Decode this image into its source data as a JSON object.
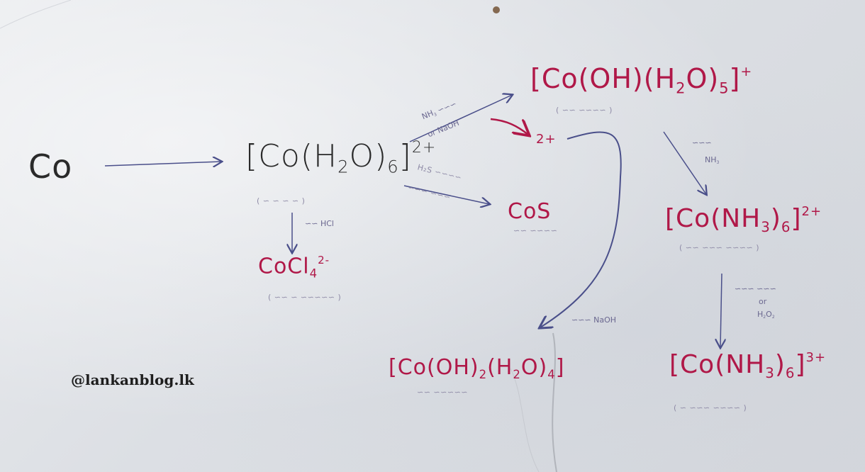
{
  "watermark": "@lankanblog.lk",
  "species": {
    "co_metal": "Co",
    "hexaaqua": {
      "formula": "Co(H",
      "sub1": "2",
      "mid": "O)",
      "sub2": "6",
      "charge": "2+"
    },
    "hydroxo": {
      "formula": "[Co(OH)(H",
      "sub1": "2",
      "mid": "O)",
      "sub2": "5",
      "close": "]",
      "charge": "+"
    },
    "cos": "CoS",
    "cocl4": {
      "formula": "CoCl",
      "sub": "4",
      "charge": "2-"
    },
    "hexaammine2": {
      "formula": "[Co(NH",
      "sub1": "3",
      "mid": ")",
      "sub2": "6",
      "close": "]",
      "charge": "2+"
    },
    "hexaammine3": {
      "formula": "[Co(NH",
      "sub1": "3",
      "mid": ")",
      "sub2": "6",
      "close": "]",
      "charge": "3+"
    },
    "dihydroxo": {
      "formula": "[Co(OH)",
      "sub1": "2",
      "mid": "(H",
      "sub_h": "2",
      "mid2": "O)",
      "sub2": "4",
      "close": "]"
    },
    "intermediate_charge": "2+"
  },
  "reagents": {
    "nh3": "NH",
    "nh3_sub": "3",
    "or": "or",
    "naoh": "NaOH",
    "nh3_right": "NH",
    "nh3_right_sub": "3",
    "hcl": "HCl",
    "naoh_excess": "NaOH",
    "or_right": "or",
    "h2o2": "H",
    "h2o2_sub": "2",
    "h2o2_o": "O",
    "h2o2_sub2": "2"
  },
  "colors": {
    "black_ink": "#2a2a2a",
    "red_ink": "#b01848",
    "blue_ink": "#4a4f8a",
    "paper": "#e2e4e8"
  }
}
